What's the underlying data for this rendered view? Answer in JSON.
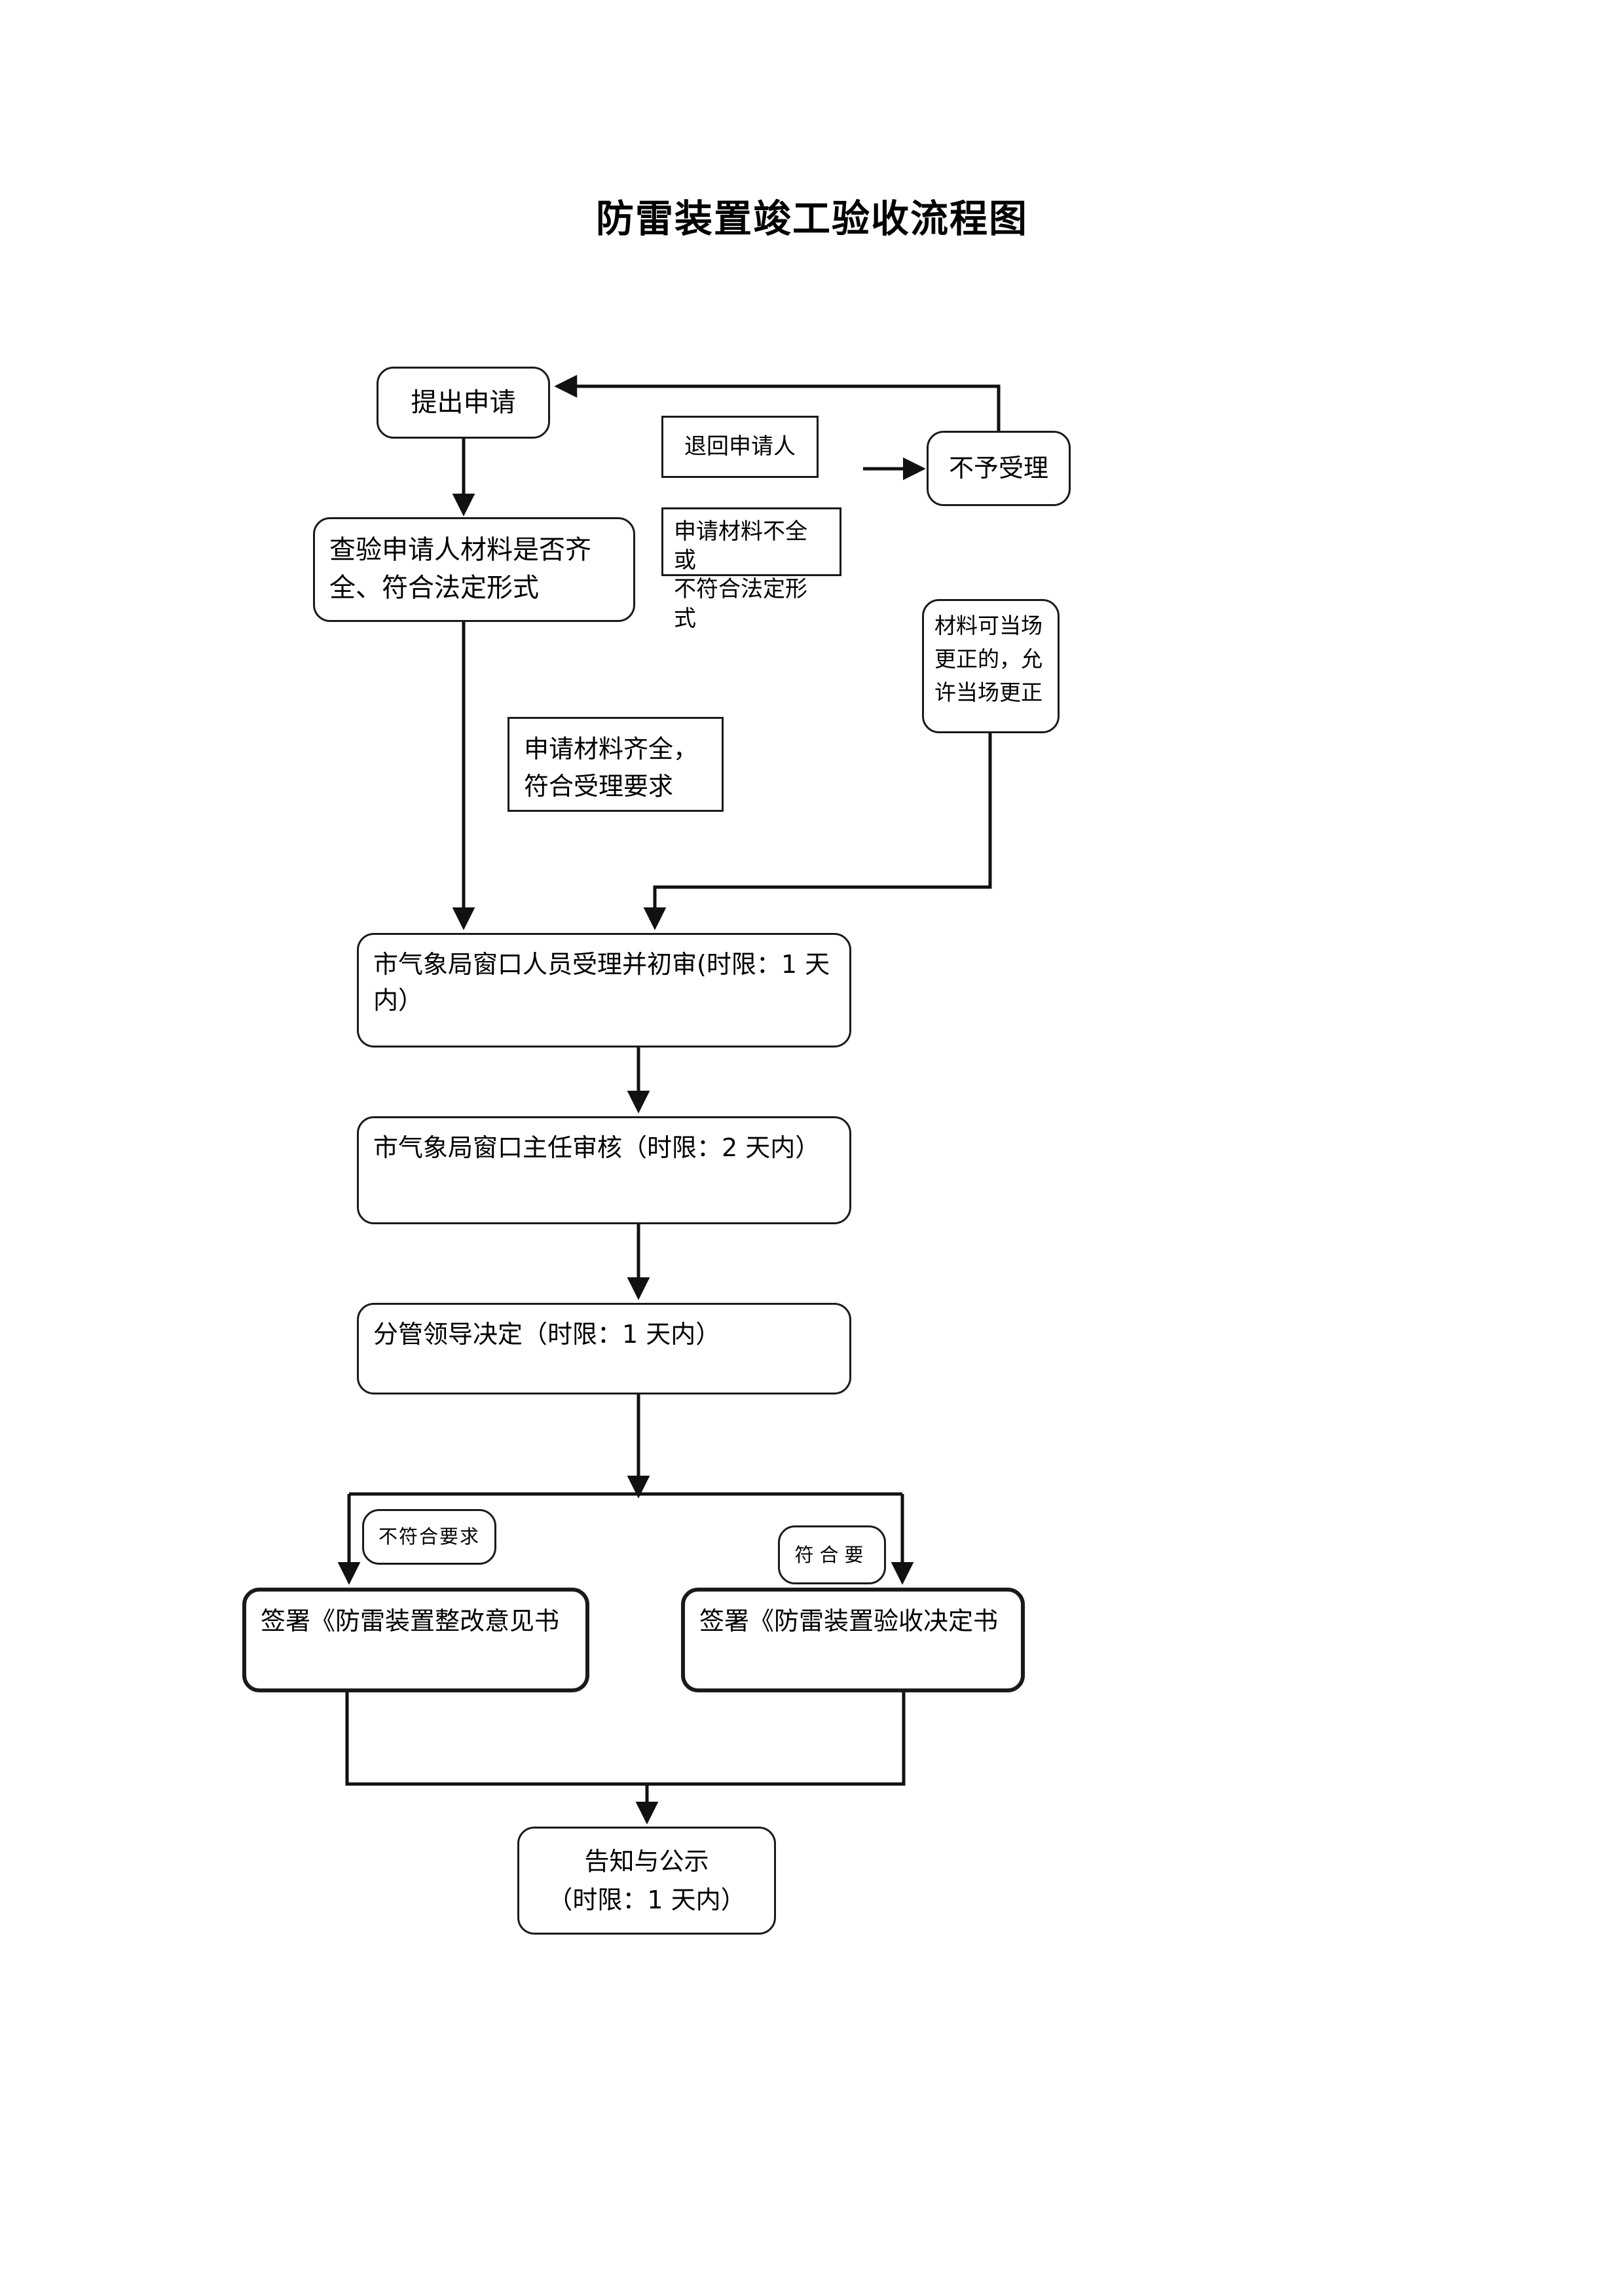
{
  "document": {
    "title": "防雷装置竣工验收流程图"
  },
  "nodes": {
    "apply": {
      "label": "提出申请"
    },
    "return_applicant": {
      "label": "退回申请人"
    },
    "reject": {
      "label": "不予受理"
    },
    "check_materials": {
      "label": "查验申请人材料是否齐全、符合法定形式"
    },
    "incomplete": {
      "label": "申请材料不全或\n不符合法定形式"
    },
    "onsite_correct": {
      "label": "材料可当场\n更正的，允\n许当场更正"
    },
    "complete": {
      "label": "申请材料齐全，\n符合受理要求"
    },
    "window_staff": {
      "label": "市气象局窗口人员受理并初审(时限：1 天内）"
    },
    "window_director": {
      "label": "市气象局窗口主任审核（时限：2 天内）"
    },
    "leader_decision": {
      "label": "分管领导决定（时限：1 天内）"
    },
    "non_conforming": {
      "label": "不符合要求"
    },
    "conforming": {
      "label": "符合要"
    },
    "sign_rectify": {
      "label": "签署《防雷装置整改意见书"
    },
    "sign_accept": {
      "label": "签署《防雷装置验收决定书"
    },
    "notify_publish": {
      "label": "告知与公示\n（时限：1 天内）"
    }
  },
  "colors": {
    "stroke": "#1a1a1a",
    "background": "#ffffff",
    "text": "#000000"
  }
}
